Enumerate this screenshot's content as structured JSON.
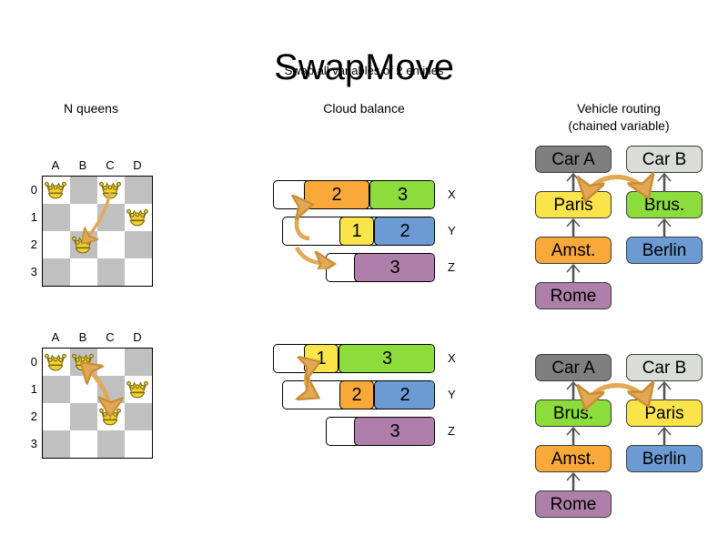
{
  "header": {
    "title": "SwapMove",
    "subtitle": "Swap all variables of 2 entities"
  },
  "columns": {
    "nqueens": "N queens",
    "cloud": "Cloud balance",
    "vrp_line1": "Vehicle routing",
    "vrp_line2": "(chained variable)"
  },
  "colors": {
    "orange": "#F9A93A",
    "green": "#8CDC3C",
    "yellow": "#FAE44A",
    "blue": "#6B9BD2",
    "purple": "#AE7FAA",
    "gray_dark": "#7F7F7F",
    "gray_light": "#D9DDD6",
    "board_dark": "#C0C0C0",
    "board_light": "#FFFFFF",
    "arrow": "#E2A854",
    "arrow_stroke": "#C98E38",
    "connector": "#555555",
    "queen_body": "#F2D233",
    "queen_outline": "#7A6A12"
  },
  "nqueens": {
    "files": [
      "A",
      "B",
      "C",
      "D"
    ],
    "ranks": [
      "0",
      "1",
      "2",
      "3"
    ],
    "boards": [
      {
        "name": "before",
        "queens": [
          {
            "file": 0,
            "rank": 0
          },
          {
            "file": 2,
            "rank": 0
          },
          {
            "file": 3,
            "rank": 1
          },
          {
            "file": 1,
            "rank": 2
          }
        ],
        "arrow": {
          "from_file": 2,
          "from_rank": 0,
          "to_file": 1,
          "to_rank": 2,
          "double": false
        }
      },
      {
        "name": "after",
        "queens": [
          {
            "file": 0,
            "rank": 0
          },
          {
            "file": 1,
            "rank": 0
          },
          {
            "file": 3,
            "rank": 1
          },
          {
            "file": 2,
            "rank": 2
          }
        ],
        "arrow": {
          "from_file": 1,
          "from_rank": 0,
          "to_file": 2,
          "to_rank": 2,
          "double": true
        }
      }
    ]
  },
  "cloud": {
    "panels": [
      {
        "name": "before",
        "rows": [
          {
            "label": "X",
            "blank": 33,
            "segments": [
              {
                "value": "2",
                "color": "#F9A93A",
                "width": 72
              },
              {
                "value": "3",
                "color": "#8CDC3C",
                "width": 73
              }
            ]
          },
          {
            "label": "Y",
            "blank": 62,
            "segments": [
              {
                "value": "1",
                "color": "#FAE44A",
                "width": 38
              },
              {
                "value": "2",
                "color": "#6B9BD2",
                "width": 68
              }
            ]
          },
          {
            "label": "Z",
            "blank": 30,
            "segments": [
              {
                "value": "3",
                "color": "#AE7FAA",
                "width": 90
              }
            ]
          }
        ],
        "swap": "up-right"
      },
      {
        "name": "after",
        "rows": [
          {
            "label": "X",
            "blank": 33,
            "segments": [
              {
                "value": "1",
                "color": "#FAE44A",
                "width": 38
              },
              {
                "value": "3",
                "color": "#8CDC3C",
                "width": 107
              }
            ]
          },
          {
            "label": "Y",
            "blank": 62,
            "segments": [
              {
                "value": "2",
                "color": "#F9A93A",
                "width": 38
              },
              {
                "value": "2",
                "color": "#6B9BD2",
                "width": 68
              }
            ]
          },
          {
            "label": "Z",
            "blank": 30,
            "segments": [
              {
                "value": "3",
                "color": "#AE7FAA",
                "width": 90
              }
            ]
          }
        ],
        "swap": "double-vertical"
      }
    ]
  },
  "vrp": {
    "panels": [
      {
        "name": "before",
        "chains": [
          {
            "vehicle": {
              "label": "Car A",
              "color": "#7F7F7F"
            },
            "stops": [
              {
                "label": "Paris",
                "color": "#FAE44A"
              },
              {
                "label": "Amst.",
                "color": "#F9A93A"
              },
              {
                "label": "Rome",
                "color": "#AE7FAA"
              }
            ]
          },
          {
            "vehicle": {
              "label": "Car B",
              "color": "#D9DDD6"
            },
            "stops": [
              {
                "label": "Brus.",
                "color": "#8CDC3C"
              },
              {
                "label": "Berlin",
                "color": "#6B9BD2"
              }
            ]
          }
        ],
        "swap": {
          "from": "Paris",
          "to": "Brus."
        }
      },
      {
        "name": "after",
        "chains": [
          {
            "vehicle": {
              "label": "Car A",
              "color": "#7F7F7F"
            },
            "stops": [
              {
                "label": "Brus.",
                "color": "#8CDC3C"
              },
              {
                "label": "Amst.",
                "color": "#F9A93A"
              },
              {
                "label": "Rome",
                "color": "#AE7FAA"
              }
            ]
          },
          {
            "vehicle": {
              "label": "Car B",
              "color": "#D9DDD6"
            },
            "stops": [
              {
                "label": "Paris",
                "color": "#FAE44A"
              },
              {
                "label": "Berlin",
                "color": "#6B9BD2"
              }
            ]
          }
        ],
        "swap": {
          "from": "Brus.",
          "to": "Paris"
        }
      }
    ]
  }
}
